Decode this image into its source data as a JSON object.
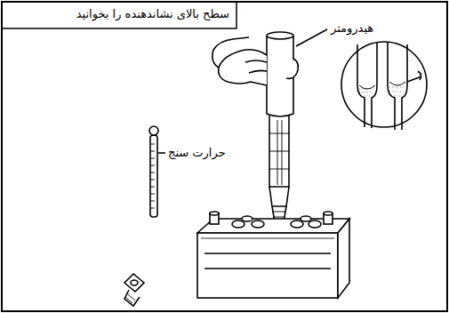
{
  "diagram": {
    "labels": [
      "سطح بالای نشاندهنده را بخوانید",
      "هیدرومتر",
      "حرارت سنج"
    ]
  }
}
